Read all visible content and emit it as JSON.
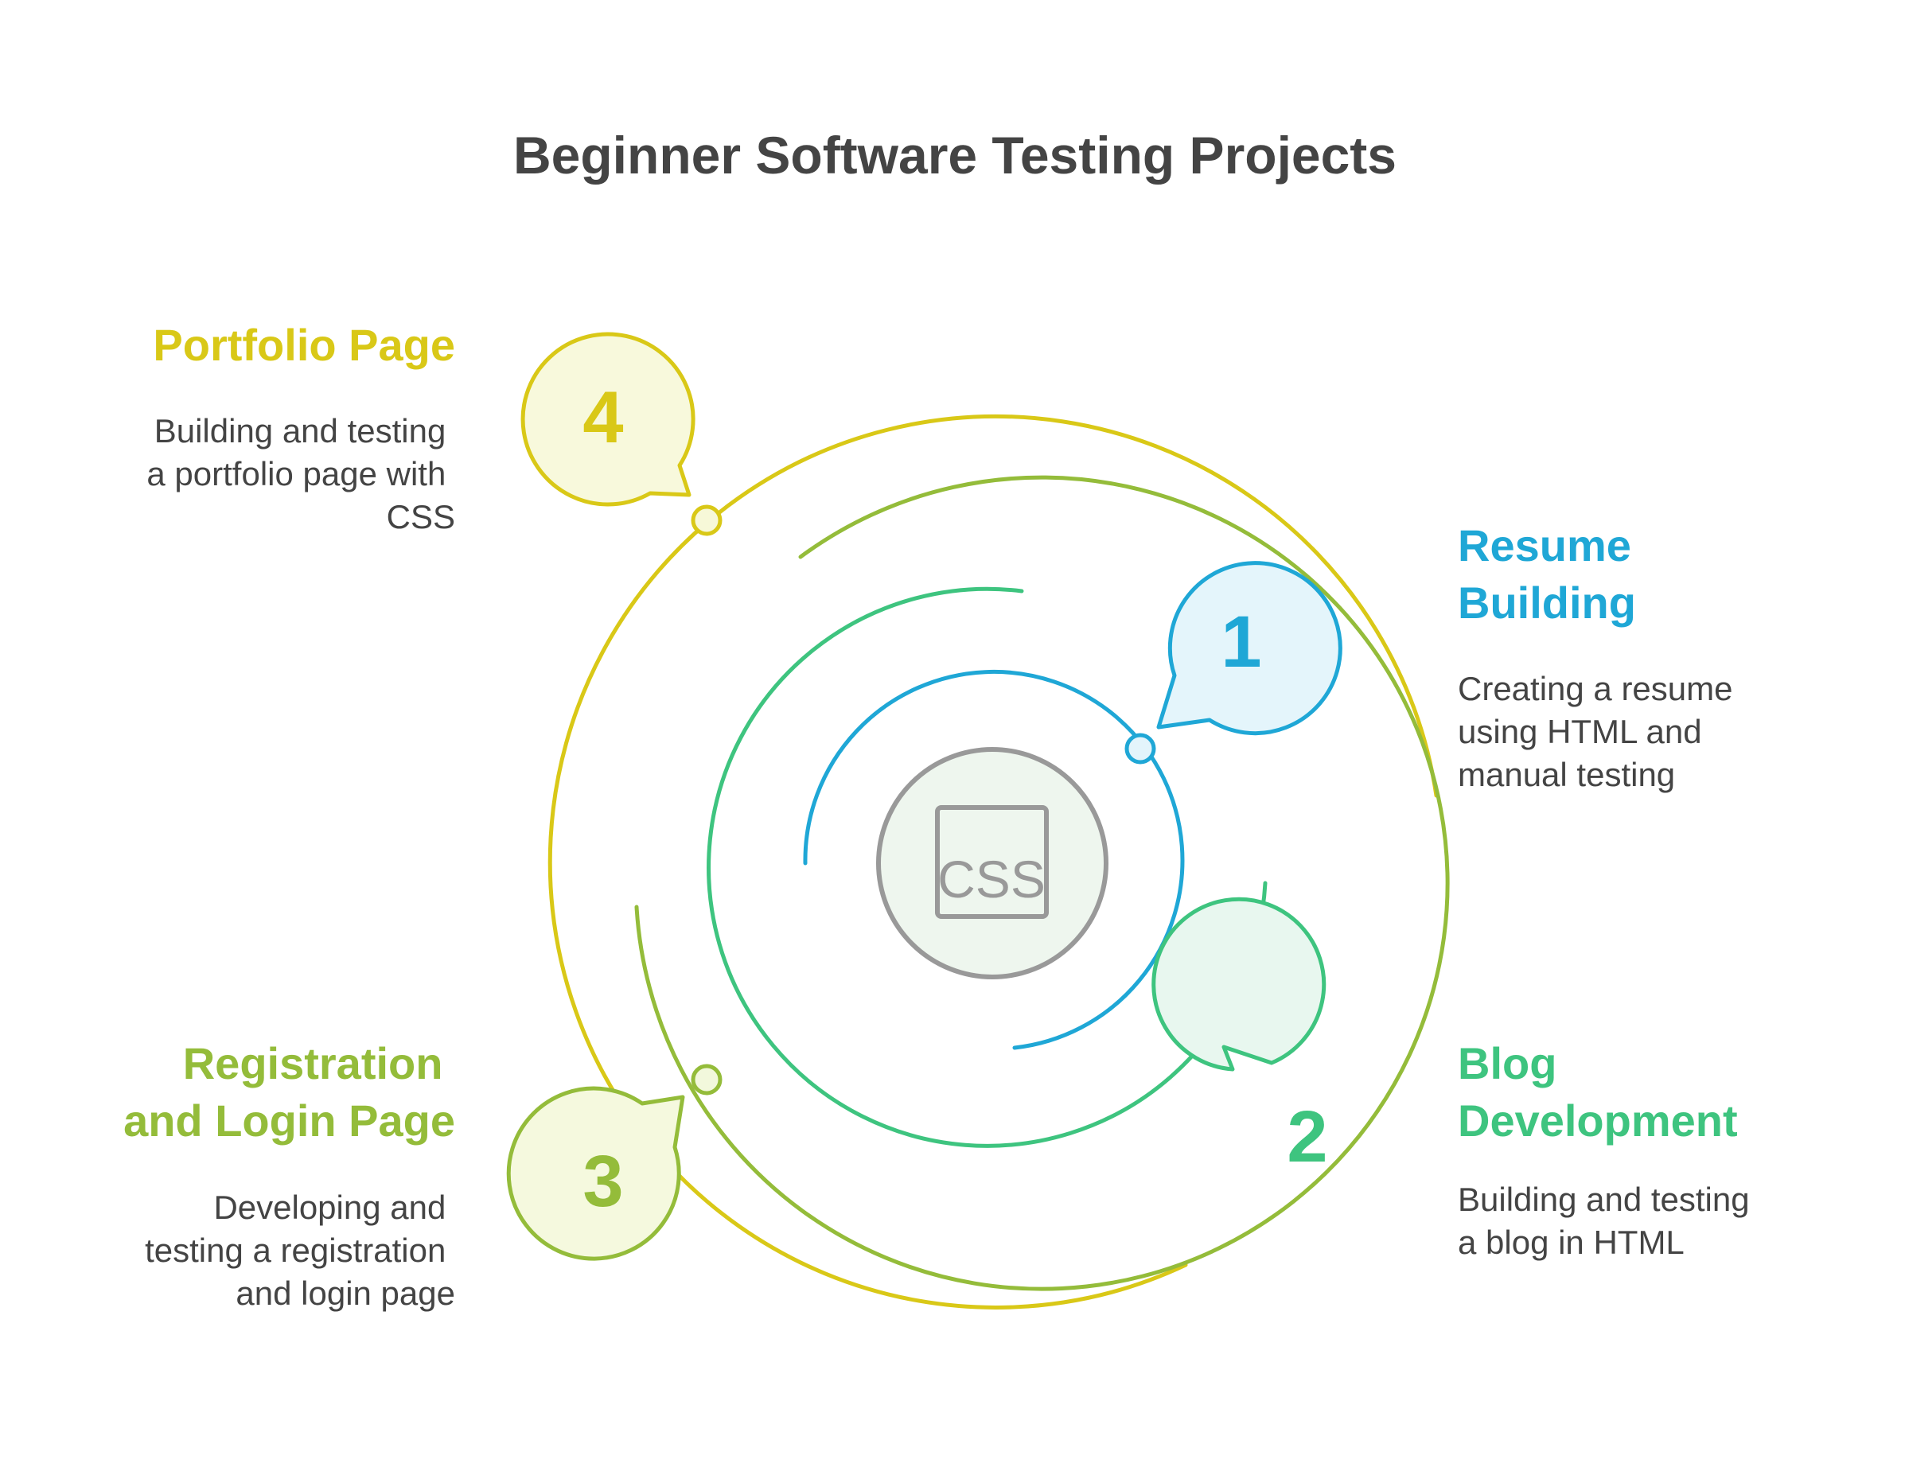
{
  "title": "Beginner Software Testing Projects",
  "center": {
    "icon": "css-icon",
    "label": "CSS"
  },
  "colors": {
    "text": "#444444",
    "resume": "#1fa7d6",
    "blog": "#3ec47f",
    "registration": "#94bc3a",
    "portfolio": "#d9c817",
    "center_ring": "#999999",
    "center_fill": "#eef6ee"
  },
  "steps": [
    {
      "number": "1",
      "title_lines": [
        "Resume",
        "Building"
      ],
      "desc_lines": [
        "Creating a resume",
        "using HTML and",
        "manual testing"
      ]
    },
    {
      "number": "2",
      "title_lines": [
        "Blog",
        "Development"
      ],
      "desc_lines": [
        "Building and testing",
        "a blog in HTML"
      ]
    },
    {
      "number": "3",
      "title_lines": [
        "Registration",
        "and Login Page"
      ],
      "desc_lines": [
        "Developing and",
        "testing a registration",
        "and login page"
      ]
    },
    {
      "number": "4",
      "title_lines": [
        "Portfolio Page"
      ],
      "desc_lines": [
        "Building and testing",
        "a portfolio page with",
        "CSS"
      ]
    }
  ]
}
